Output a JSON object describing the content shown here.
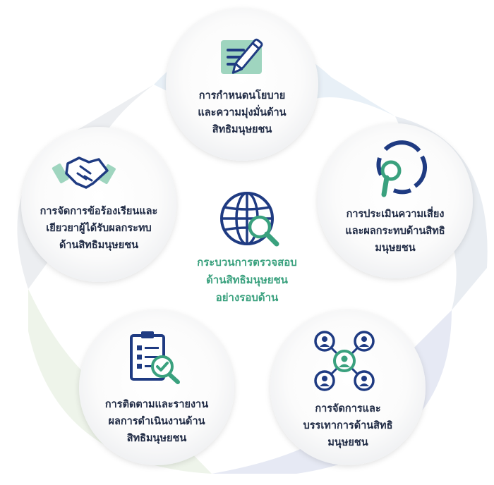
{
  "center": {
    "label": "กระบวนการตรวจสอบ\nด้านสิทธิมนุษยชน\nอย่างรอบด้าน",
    "icon": "globe-search-icon"
  },
  "steps": [
    {
      "label": "การกำหนดนโยบาย\nและความมุ่งมั่นด้าน\nสิทธิมนุษยชน",
      "icon": "document-pen-icon"
    },
    {
      "label": "การประเมินความเสี่ยง\nและผลกระทบด้านสิทธิ\nมนุษยชน",
      "icon": "cycle-search-icon"
    },
    {
      "label": "การจัดการและ\nบรรเทาการด้านสิทธิ\nมนุษยชน",
      "icon": "people-network-icon"
    },
    {
      "label": "การติดตามและรายงาน\nผลการดำเนินงานด้าน\nสิทธิมนุษยชน",
      "icon": "clipboard-check-icon"
    },
    {
      "label": "การจัดการข้อร้องเรียนและ\nเยียวยาผู้ได้รับผลกระทบ\nด้านสิทธิมนุษยชน",
      "icon": "handshake-icon"
    }
  ],
  "colors": {
    "navy": "#1f3b82",
    "green": "#3aa17e",
    "mint": "#9fd5bf",
    "text": "#1f2a44"
  }
}
